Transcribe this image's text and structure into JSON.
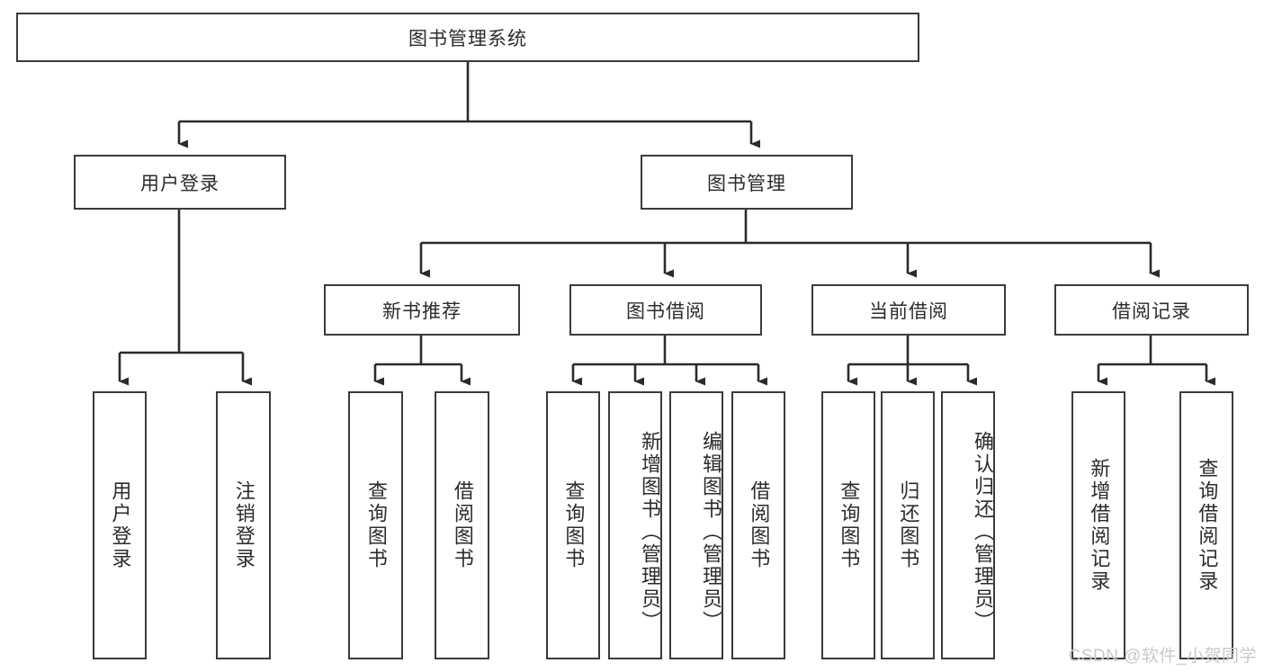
{
  "diagram": {
    "title": "图书管理系统",
    "watermark": "CSDN @软件_小贺同学",
    "colors": {
      "box_border": "#3b3b3b",
      "box_fill": "#ffffff",
      "line": "#2b2b2b",
      "text": "#2b2b2b",
      "watermark": "#c9c9c9",
      "background": "#ffffff"
    },
    "root": {
      "label": "图书管理系统"
    },
    "level2": [
      {
        "label": "用户登录"
      },
      {
        "label": "图书管理"
      }
    ],
    "level3": [
      {
        "label": "新书推荐"
      },
      {
        "label": "图书借阅"
      },
      {
        "label": "当前借阅"
      },
      {
        "label": "借阅记录"
      }
    ],
    "leaves": {
      "user_login": [
        {
          "label": "用户登录"
        },
        {
          "label": "注销登录"
        }
      ],
      "new_book_recommend": [
        {
          "label": "查询图书"
        },
        {
          "label": "借阅图书"
        }
      ],
      "book_borrow": [
        {
          "label": "查询图书"
        },
        {
          "label": "新增图书（管理员）"
        },
        {
          "label": "编辑图书（管理员）"
        },
        {
          "label": "借阅图书"
        }
      ],
      "current_borrow": [
        {
          "label": "查询图书"
        },
        {
          "label": "归还图书"
        },
        {
          "label": "确认归还（管理员）"
        }
      ],
      "borrow_record": [
        {
          "label": "新增借阅记录"
        },
        {
          "label": "查询借阅记录"
        }
      ]
    }
  }
}
